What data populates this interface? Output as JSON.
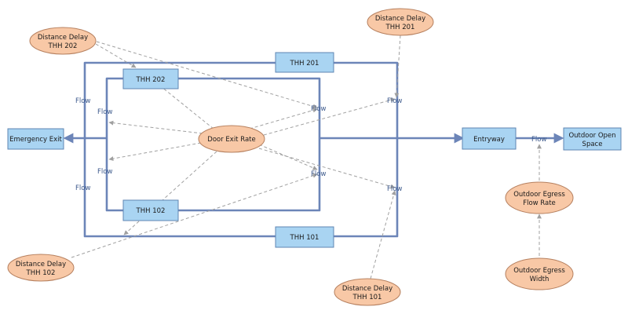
{
  "stocks": {
    "emergency_exit": "Emergency Exit",
    "thh_201": "THH 201",
    "thh_202": "THH 202",
    "thh_102": "THH 102",
    "thh_101": "THH 101",
    "entryway": "Entryway",
    "outdoor_open_space": [
      "Outdoor Open",
      "Space"
    ]
  },
  "variables": {
    "door_exit_rate": "Door Exit Rate",
    "distance_delay_thh_202": [
      "Distance Delay",
      "THH 202"
    ],
    "distance_delay_thh_201": [
      "Distance Delay",
      "THH 201"
    ],
    "distance_delay_thh_102": [
      "Distance Delay",
      "THH 102"
    ],
    "distance_delay_thh_101": [
      "Distance Delay",
      "THH 101"
    ],
    "outdoor_egress_flow_rate": [
      "Outdoor Egress",
      "Flow Rate"
    ],
    "outdoor_egress_width": [
      "Outdoor Egress",
      "Width"
    ]
  },
  "flow_label": "Flow",
  "colors": {
    "stock_fill": "#a9d4f2",
    "variable_fill": "#f8c8a6",
    "flow_pipe": "#6c85b8",
    "link": "#a0a0a0"
  }
}
